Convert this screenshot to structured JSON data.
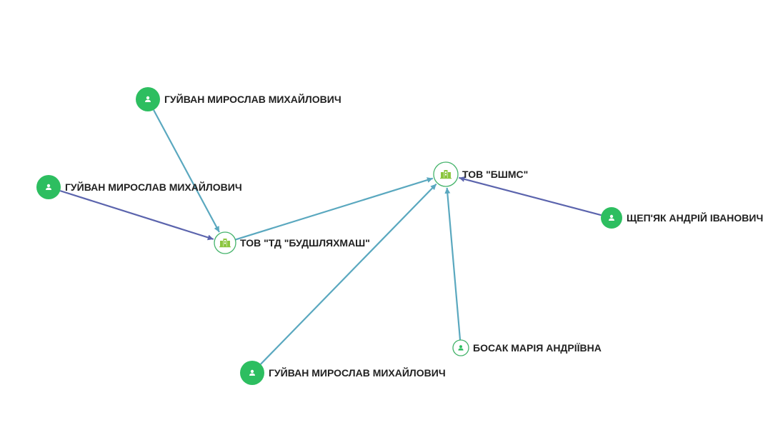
{
  "colors": {
    "person_fill": "#2dbe60",
    "company_stroke": "#44b36a",
    "company_icon": "#8cc63f",
    "edge_teal": "#5aa8bf",
    "edge_indigo": "#5b64ad",
    "label": "#222222",
    "background": "#ffffff"
  },
  "nodes": [
    {
      "id": "person-1",
      "type": "person",
      "style": "solid",
      "icon": "person-icon",
      "label": "ГУЙВАН МИРОСЛАВ МИХАЙЛОВИЧ"
    },
    {
      "id": "person-2",
      "type": "person",
      "style": "solid",
      "icon": "person-icon",
      "label": "ГУЙВАН МИРОСЛАВ МИХАЙЛОВИЧ"
    },
    {
      "id": "person-3",
      "type": "person",
      "style": "solid",
      "icon": "person-icon",
      "label": "ГУЙВАН МИРОСЛАВ МИХАЙЛОВИЧ"
    },
    {
      "id": "person-4",
      "type": "person",
      "style": "solid",
      "icon": "person-icon",
      "label": "ЩЕП'ЯК АНДРІЙ ІВАНОВИЧ"
    },
    {
      "id": "person-5",
      "type": "person",
      "style": "outline",
      "icon": "person-icon",
      "label": "БОСАК МАРІЯ АНДРІЇВНА"
    },
    {
      "id": "company-1",
      "type": "company",
      "style": "outline",
      "icon": "building-icon",
      "label": "ТОВ \"ТД \"БУДШЛЯХМАШ\""
    },
    {
      "id": "company-2",
      "type": "company",
      "style": "outline",
      "icon": "building-icon",
      "label": "ТОВ \"БШМС\""
    }
  ],
  "edges": [
    {
      "from": "person-1",
      "to": "company-1",
      "color": "teal"
    },
    {
      "from": "person-2",
      "to": "company-1",
      "color": "indigo"
    },
    {
      "from": "company-1",
      "to": "company-2",
      "color": "teal"
    },
    {
      "from": "person-3",
      "to": "company-2",
      "color": "teal"
    },
    {
      "from": "person-5",
      "to": "company-2",
      "color": "teal"
    },
    {
      "from": "person-4",
      "to": "company-2",
      "color": "indigo"
    }
  ]
}
